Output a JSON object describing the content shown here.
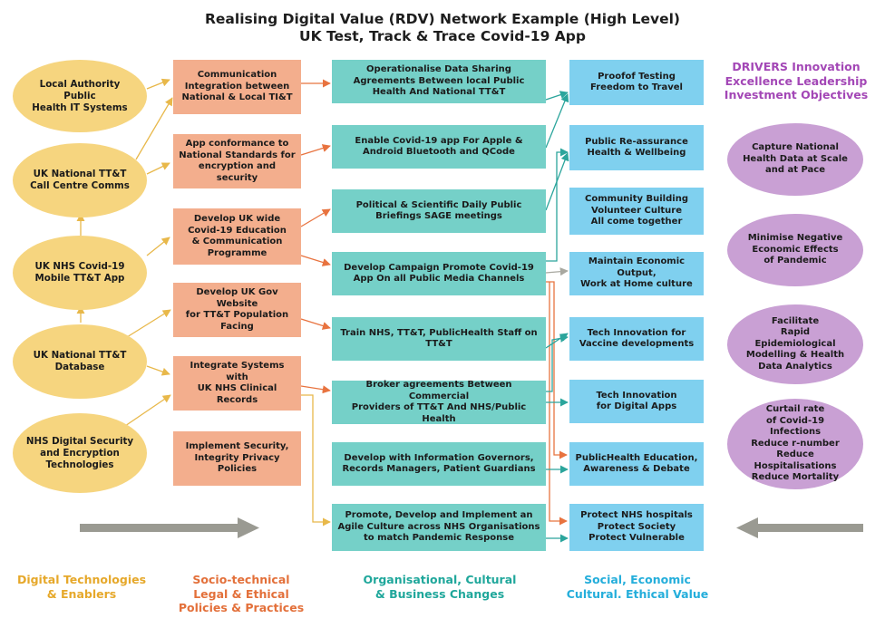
{
  "header": {
    "title_line1": "Realising Digital Value (RDV) Network Example (High Level)",
    "title_line2": "UK Test, Track & Trace Covid-19 App"
  },
  "colors": {
    "yellow": "#f6d57f",
    "salmon": "#f3ae8d",
    "teal": "#75d0c8",
    "blue": "#7fd0ef",
    "purple": "#c9a0d4",
    "yellow_line": "#e8b84a",
    "salmon_line": "#e8733f",
    "teal_line": "#2ba59c",
    "grey_arrow": "#9a9a92"
  },
  "drivers": {
    "heading": "DRIVERS Innovation\nExcellence Leadership\nInvestment Objectives",
    "items": [
      {
        "text": "Capture National\nHealth Data at Scale\nand at Pace"
      },
      {
        "text": "Minimise Negative\nEconomic Effects\nof Pandemic"
      },
      {
        "text": "Facilitate\nRapid\nEpidemiological\nModelling & Health\nData Analytics"
      },
      {
        "text": "Curtail rate\nof Covid-19\nInfections\nReduce r-number\nReduce Hospitalisations\nReduce Mortality"
      }
    ]
  },
  "digital_tech": [
    {
      "text": "Local Authority Public\nHealth IT Systems"
    },
    {
      "text": "UK National TT&T\nCall Centre Comms"
    },
    {
      "text": "UK NHS Covid-19\nMobile TT&T App"
    },
    {
      "text": "UK National TT&T\nDatabase"
    },
    {
      "text": "NHS Digital Security\nand Encryption\nTechnologies"
    }
  ],
  "socio_technical": [
    {
      "text": "Communication\nIntegration between\nNational & Local TI&T"
    },
    {
      "text": "App conformance to\nNational Standards for\nencryption and security"
    },
    {
      "text": "Develop UK wide\nCovid-19 Education\n& Communication\nProgramme"
    },
    {
      "text": "Develop UK Gov Website\nfor TT&T Population Facing"
    },
    {
      "text": "Integrate Systems with\nUK NHS Clinical Records"
    },
    {
      "text": "Implement Security,\nIntegrity Privacy Policies"
    }
  ],
  "organisational": [
    {
      "text": "Operationalise Data Sharing\nAgreements Between local Public\nHealth And National TT&T"
    },
    {
      "text": "Enable Covid-19 app For Apple &\nAndroid Bluetooth and QCode"
    },
    {
      "text": "Political & Scientific Daily Public\nBriefings SAGE meetings"
    },
    {
      "text": "Develop Campaign Promote Covid-19\nApp On all Public Media Channels"
    },
    {
      "text": "Train NHS, TT&T, PublicHealth Staff on TT&T"
    },
    {
      "text": "Broker agreements Between Commercial\nProviders of TT&T And NHS/Public Health"
    },
    {
      "text": "Develop with Information Governors,\nRecords Managers, Patient Guardians"
    },
    {
      "text": "Promote, Develop and Implement an\nAgile Culture across NHS Organisations\nto match Pandemic Response"
    }
  ],
  "social_value": [
    {
      "text": "Proofof Testing\nFreedom to Travel"
    },
    {
      "text": "Public Re-assurance\nHealth & Wellbeing"
    },
    {
      "text": "Community Building\nVolunteer Culture\nAll come together"
    },
    {
      "text": "Maintain Economic Output,\nWork at Home culture"
    },
    {
      "text": "Tech Innovation for\nVaccine developments"
    },
    {
      "text": "Tech Innovation\nfor Digital Apps"
    },
    {
      "text": "PublicHealth Education,\nAwareness & Debate"
    },
    {
      "text": "Protect NHS hospitals\nProtect Society\nProtect Vulnerable"
    }
  ],
  "column_labels": [
    {
      "text": "Digital Technologies\n& Enablers",
      "color": "#e6a82a"
    },
    {
      "text": "Socio-technical\nLegal & Ethical\nPolicies & Practices",
      "color": "#e3703a"
    },
    {
      "text": "Organisational, Cultural\n& Business Changes",
      "color": "#1fa79b"
    },
    {
      "text": "Social, Economic\nCultural. Ethical Value",
      "color": "#24aedb"
    }
  ]
}
